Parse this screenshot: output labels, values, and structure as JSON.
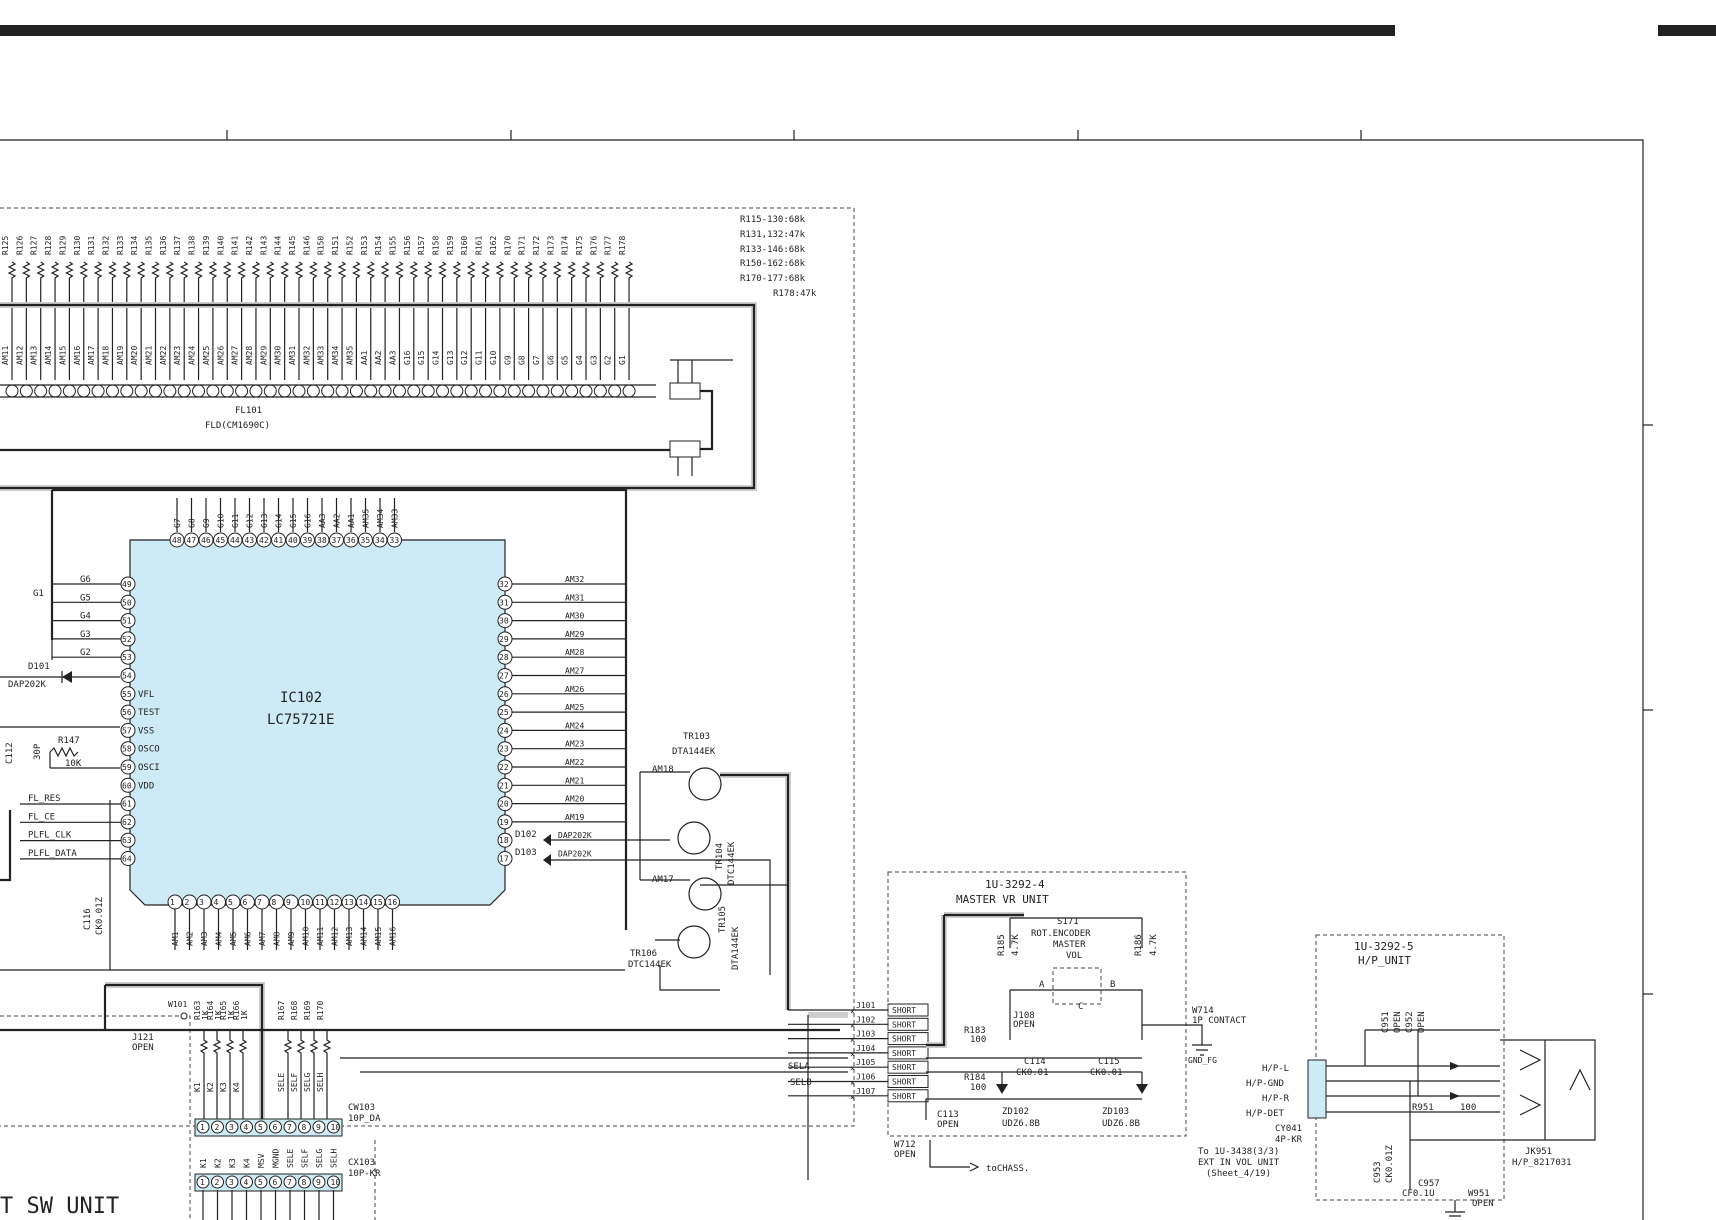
{
  "fld": {
    "ref": "FL101",
    "part": "FLD(CM1690C)",
    "pin_labels": [
      "AM11",
      "AM12",
      "AM13",
      "AM14",
      "AM15",
      "AM16",
      "AM17",
      "AM18",
      "AM19",
      "AM20",
      "AM21",
      "AM22",
      "AM23",
      "AM24",
      "AM25",
      "AM26",
      "AM27",
      "AM28",
      "AM29",
      "AM30",
      "AM31",
      "AM32",
      "AM33",
      "AM34",
      "AM35",
      "AA1",
      "AA2",
      "AA3",
      "G16",
      "G15",
      "G14",
      "G13",
      "G12",
      "G11",
      "G10",
      "G9",
      "G8",
      "G7",
      "G6",
      "G5",
      "G4",
      "G3",
      "G2",
      "G1"
    ],
    "resistor_labels": [
      "R125",
      "R126",
      "R127",
      "R128",
      "R129",
      "R130",
      "R131",
      "R132",
      "R133",
      "R134",
      "R135",
      "R136",
      "R137",
      "R138",
      "R139",
      "R140",
      "R141",
      "R142",
      "R143",
      "R144",
      "R145",
      "R146",
      "R150",
      "R151",
      "R152",
      "R153",
      "R154",
      "R155",
      "R156",
      "R157",
      "R158",
      "R159",
      "R160",
      "R161",
      "R162",
      "R170",
      "R171",
      "R172",
      "R173",
      "R174",
      "R175",
      "R176",
      "R177",
      "R178"
    ],
    "resistor_notes": [
      "R115-130:68k",
      "R131,132:47k",
      "R133-146:68k",
      "R150-162:68k",
      "R170-177:68k",
      "R178:47k"
    ]
  },
  "ic": {
    "ref": "IC102",
    "part": "LC75721E",
    "top_pins": [
      {
        "n": "48",
        "s": "G7"
      },
      {
        "n": "47",
        "s": "G8"
      },
      {
        "n": "46",
        "s": "G9"
      },
      {
        "n": "45",
        "s": "G10"
      },
      {
        "n": "44",
        "s": "G11"
      },
      {
        "n": "43",
        "s": "G12"
      },
      {
        "n": "42",
        "s": "G13"
      },
      {
        "n": "41",
        "s": "G14"
      },
      {
        "n": "40",
        "s": "G15"
      },
      {
        "n": "39",
        "s": "G16"
      },
      {
        "n": "38",
        "s": "AA3"
      },
      {
        "n": "37",
        "s": "AA2"
      },
      {
        "n": "36",
        "s": "AA1"
      },
      {
        "n": "35",
        "s": "AM35"
      },
      {
        "n": "34",
        "s": "AM34"
      },
      {
        "n": "33",
        "s": "AM33"
      }
    ],
    "right_pins": [
      {
        "n": "32",
        "s": "AM32"
      },
      {
        "n": "31",
        "s": "AM31"
      },
      {
        "n": "30",
        "s": "AM30"
      },
      {
        "n": "29",
        "s": "AM29"
      },
      {
        "n": "28",
        "s": "AM28"
      },
      {
        "n": "27",
        "s": "AM27"
      },
      {
        "n": "26",
        "s": "AM26"
      },
      {
        "n": "25",
        "s": "AM25"
      },
      {
        "n": "24",
        "s": "AM24"
      },
      {
        "n": "23",
        "s": "AM23"
      },
      {
        "n": "22",
        "s": "AM22"
      },
      {
        "n": "21",
        "s": "AM21"
      },
      {
        "n": "20",
        "s": "AM20"
      },
      {
        "n": "19",
        "s": "AM19"
      },
      {
        "n": "18",
        "s": "DAP202K"
      },
      {
        "n": "17",
        "s": "DAP202K"
      }
    ],
    "left_pins": [
      {
        "n": "49",
        "s": "G6"
      },
      {
        "n": "50",
        "s": "G5"
      },
      {
        "n": "51",
        "s": "G4"
      },
      {
        "n": "52",
        "s": "G3"
      },
      {
        "n": "53",
        "s": "G2"
      },
      {
        "n": "54",
        "s": ""
      },
      {
        "n": "55",
        "s": "VFL"
      },
      {
        "n": "56",
        "s": "TEST"
      },
      {
        "n": "57",
        "s": "VSS"
      },
      {
        "n": "58",
        "s": "OSCO"
      },
      {
        "n": "59",
        "s": "OSCI"
      },
      {
        "n": "60",
        "s": "VDD"
      },
      {
        "n": "61",
        "s": ""
      },
      {
        "n": "62",
        "s": ""
      },
      {
        "n": "63",
        "s": ""
      },
      {
        "n": "64",
        "s": ""
      }
    ],
    "bottom_pins": [
      {
        "n": "1",
        "s": "AM1"
      },
      {
        "n": "2",
        "s": "AM2"
      },
      {
        "n": "3",
        "s": "AM3"
      },
      {
        "n": "4",
        "s": "AM4"
      },
      {
        "n": "5",
        "s": "AM5"
      },
      {
        "n": "6",
        "s": "AM6"
      },
      {
        "n": "7",
        "s": "AM7"
      },
      {
        "n": "8",
        "s": "AM8"
      },
      {
        "n": "9",
        "s": "AM9"
      },
      {
        "n": "10",
        "s": "AM10"
      },
      {
        "n": "11",
        "s": "AM11"
      },
      {
        "n": "12",
        "s": "AM12"
      },
      {
        "n": "13",
        "s": "AM13"
      },
      {
        "n": "14",
        "s": "AM14"
      },
      {
        "n": "15",
        "s": "AM15"
      },
      {
        "n": "16",
        "s": "AM16"
      }
    ],
    "left_nets": [
      "FL_RES",
      "FL_CE",
      "PLFL_CLK",
      "PLFL_DATA"
    ]
  },
  "left_parts": {
    "g1": "G1",
    "d101": "D101",
    "d101_part": "DAP202K",
    "r147": "R147",
    "r147_val": "10K",
    "c112": "C112",
    "c112_val": "30P",
    "c116": "C116",
    "c116_val": "CK0.01Z"
  },
  "transistors": {
    "tr103": "TR103",
    "tr103_part": "DTA144EK",
    "tr104": "TR104",
    "tr104_part": "DTC144EK",
    "tr105": "TR105",
    "tr105_part": "DTA144EK",
    "tr106": "TR106",
    "tr106_part": "DTC144EK",
    "am18": "AM18",
    "am17": "AM17",
    "d102": "D102",
    "d103": "D103"
  },
  "keys": {
    "w101": "W101",
    "j121": "J121",
    "j121_val": "OPEN",
    "res_top": [
      "R163",
      "R164",
      "R165",
      "R166"
    ],
    "res_vals": [
      "1K",
      "1K",
      "1K",
      "1K"
    ],
    "res2_top": [
      "R167",
      "R168",
      "R169",
      "R170"
    ],
    "key_labels": [
      "K1",
      "K2",
      "K3",
      "K4",
      "SELE",
      "SELF",
      "SELG",
      "SELH"
    ],
    "sela": "SELA",
    "selb": "SELB",
    "cw103": "CW103",
    "cw103_type": "10P_DA",
    "cx103": "CX103",
    "cx103_type": "10P-KR",
    "cx_labels": [
      "K1",
      "K2",
      "K3",
      "K4",
      "MSV",
      "MGND",
      "SELE",
      "SELF",
      "SELG",
      "SELH"
    ],
    "unit_title": "T SW UNIT"
  },
  "jumpers": {
    "refs": [
      "J101",
      "J102",
      "J103",
      "J104",
      "J105",
      "J106",
      "J107"
    ],
    "state": "SHORT"
  },
  "master_vr": {
    "id": "1U-3292-4",
    "title": "MASTER VR UNIT",
    "s171": "S171",
    "s171_desc1": "ROT.ENCODER",
    "s171_desc2": "MASTER",
    "s171_desc3": "VOL",
    "r185": "R185",
    "r185_val": "4.7K",
    "r186": "R186",
    "r186_val": "4.7K",
    "r183": "R183",
    "r183_val": "100",
    "r184": "R184",
    "r184_val": "100",
    "j108": "J108",
    "j108_val": "OPEN",
    "c114": "C114",
    "c114_val": "CK0.01",
    "c115": "C115",
    "c115_val": "CK0.01",
    "zd102": "ZD102",
    "zd102_part": "UDZ6.8B",
    "zd103": "ZD103",
    "zd103_part": "UDZ6.8B",
    "c113": "C113",
    "c113_val": "OPEN",
    "w712": "W712",
    "w712_val": "OPEN",
    "to_chass": "toCHASS.",
    "w714": "W714",
    "w714_val": "1P CONTACT",
    "gnd_fg": "GND_FG",
    "enc_a": "A",
    "enc_b": "B",
    "enc_c": "C"
  },
  "hp_unit": {
    "id": "1U-3292-5",
    "title": "H/P_UNIT",
    "nets": [
      "H/P-L",
      "H/P-GND",
      "H/P-R",
      "H/P-DET"
    ],
    "cy041": "CY041",
    "cy041_type": "4P-KR",
    "c951": "C951",
    "c951_val": "OPEN",
    "c952": "C952",
    "c952_val": "OPEN",
    "c953": "C953",
    "c953_val": "CK0.01Z",
    "r951": "R951",
    "r951_val": "100",
    "c957": "C957",
    "c957_val": "CF0.1U",
    "w951": "W951",
    "w951_val": "OPEN",
    "jk951": "JK951",
    "jk951_part": "H/P_8217031",
    "to1": "To 1U-3438(3/3)",
    "to2": "EXT IN VOL UNIT",
    "to3": "(Sheet_4/19)"
  }
}
